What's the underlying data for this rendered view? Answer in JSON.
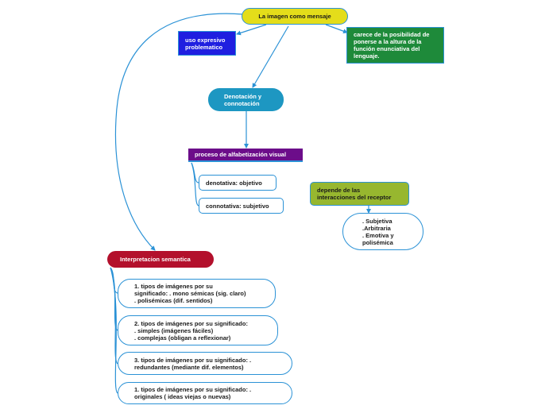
{
  "colors": {
    "connector": "#2b92d6",
    "title": "#e4dd1a",
    "uso": "#1f1fe0",
    "carece": "#1e8a3a",
    "denotacion": "#1d97c2",
    "proceso": "#6c0d8a",
    "depende": "#97b72f",
    "interpretacion": "#b3102c"
  },
  "nodes": {
    "title": "La imagen como mensaje",
    "uso": "uso expresivo\nproblematico",
    "carece": "carece de la posibilidad de\nponerse a la altura de la\nfunción enunciativa del\nlenguaje.",
    "denotacion": "Denotación y\nconnotación",
    "proceso": "proceso de alfabetización visual",
    "denotativa": "denotativa: objetivo",
    "connotativa": "connotativa: subjetivo",
    "depende": "depende de las\ninteracciones del receptor",
    "subjetiva": ". Subjetiva\n.Arbitraria\n. Emotiva y\npolisémica",
    "interpretacion": "Interpretacion semantica",
    "tipo1": "1. tipos de imágenes por su\nsignificado: . mono sémicas (sig. claro)\n. polisémicas (dif. sentidos)",
    "tipo2": "2. tipos de imágenes por su significado:\n. simples (imágenes fáciles)\n. complejas (obligan a reflexionar)",
    "tipo3": "3. tipos de imágenes por su significado: .\nredundantes (mediante dif. elementos)",
    "tipo4": "1. tipos de imágenes por su significado: .\noriginales ( ideas viejas o nuevas)"
  }
}
